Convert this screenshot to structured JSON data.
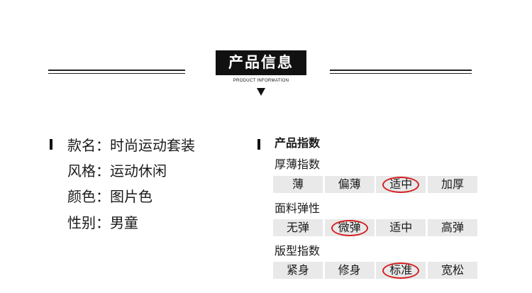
{
  "header": {
    "title": "产品信息",
    "subtitle": "PRODUCT INFORMATION"
  },
  "attributes": [
    {
      "text": "款名：时尚运动套装"
    },
    {
      "text": "风格：运动休闲"
    },
    {
      "text": "颜色：图片色"
    },
    {
      "text": "性别：男童"
    }
  ],
  "index": {
    "title": "产品指数",
    "groups": [
      {
        "label": "厚薄指数",
        "options": [
          "薄",
          "偏薄",
          "适中",
          "加厚"
        ],
        "selected": "适中"
      },
      {
        "label": "面料弹性",
        "options": [
          "无弹",
          "微弹",
          "适中",
          "高弹"
        ],
        "selected": "微弹"
      },
      {
        "label": "版型指数",
        "options": [
          "紧身",
          "修身",
          "标准",
          "宽松"
        ],
        "selected": "标准"
      }
    ]
  },
  "colors": {
    "highlight": "#d42020",
    "option_bg": "#e9e9e9",
    "title_bg": "#111111"
  }
}
